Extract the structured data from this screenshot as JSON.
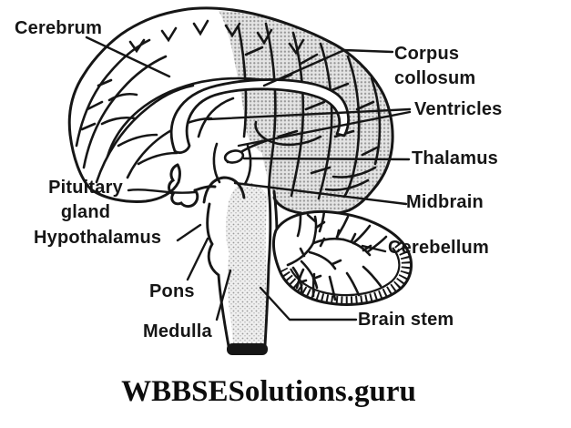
{
  "figure": {
    "watermark": "WBBSESolutions.guru",
    "labels": {
      "cerebrum": "Cerebrum",
      "corpus_collosum": [
        "Corpus",
        "collosum"
      ],
      "ventricles": "Ventricles",
      "thalamus": "Thalamus",
      "midbrain": "Midbrain",
      "cerebellum": "Cerebellum",
      "brain_stem": "Brain stem",
      "pons": "Pons",
      "medulla": "Medulla",
      "hypothalamus": "Hypothalamus",
      "pituitary_gland": [
        "Pituitary",
        "gland"
      ]
    },
    "colors": {
      "ink": "#161616",
      "shading_halftone": "#c9c9c9",
      "background": "#ffffff"
    }
  }
}
